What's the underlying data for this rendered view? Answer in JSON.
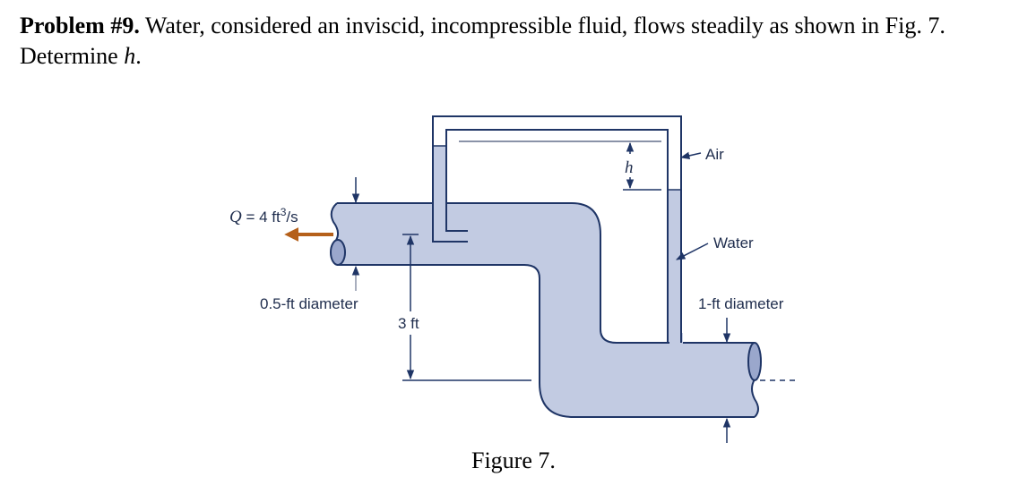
{
  "problem": {
    "label": "Problem #9.",
    "text_part1": " Water, considered an inviscid, incompressible fluid, flows steadily as shown in Fig. 7. Determine ",
    "variable": "h",
    "text_part2": "."
  },
  "figure": {
    "caption": "Figure 7.",
    "labels": {
      "flow_Q": "Q",
      "flow_value": " = 4 ft",
      "flow_exp": "3",
      "flow_unit": "/s",
      "small_diameter": "0.5-ft diameter",
      "height": "3 ft",
      "h": "h",
      "air": "Air",
      "water": "Water",
      "large_diameter": "1-ft diameter"
    },
    "colors": {
      "water_fill": "#c2cbe2",
      "pipe_end_fill": "#9aa7cc",
      "outline": "#1f3566",
      "flow_arrow": "#b5601a",
      "guide_line": "#8a93a8"
    }
  }
}
